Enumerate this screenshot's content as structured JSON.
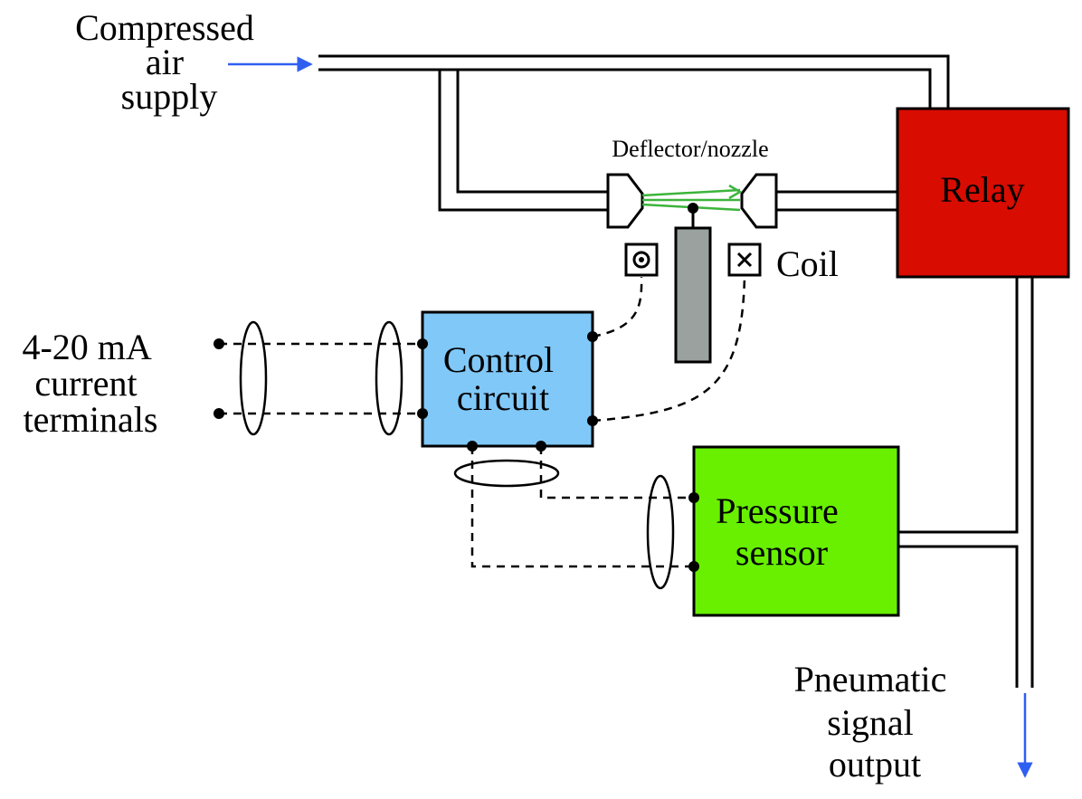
{
  "labels": {
    "air_supply": [
      "Compressed",
      "air",
      "supply"
    ],
    "current_terminals": [
      "4-20 mA",
      "current",
      "terminals"
    ],
    "deflector": "Deflector/nozzle",
    "coil": "Coil",
    "relay": "Relay",
    "control": [
      "Control",
      "circuit"
    ],
    "pressure": [
      "Pressure",
      "sensor"
    ],
    "output": [
      "Pneumatic",
      "signal",
      "output"
    ]
  },
  "colors": {
    "relay": "#d80c00",
    "control": "#80c8f8",
    "pressure": "#68f000",
    "armature": "#9aa19e",
    "jet": "#3cb43c",
    "arrow": "#2f5ff0"
  },
  "icons": {
    "coil_left": "dot-in-square-icon",
    "coil_right": "cross-in-square-icon"
  }
}
